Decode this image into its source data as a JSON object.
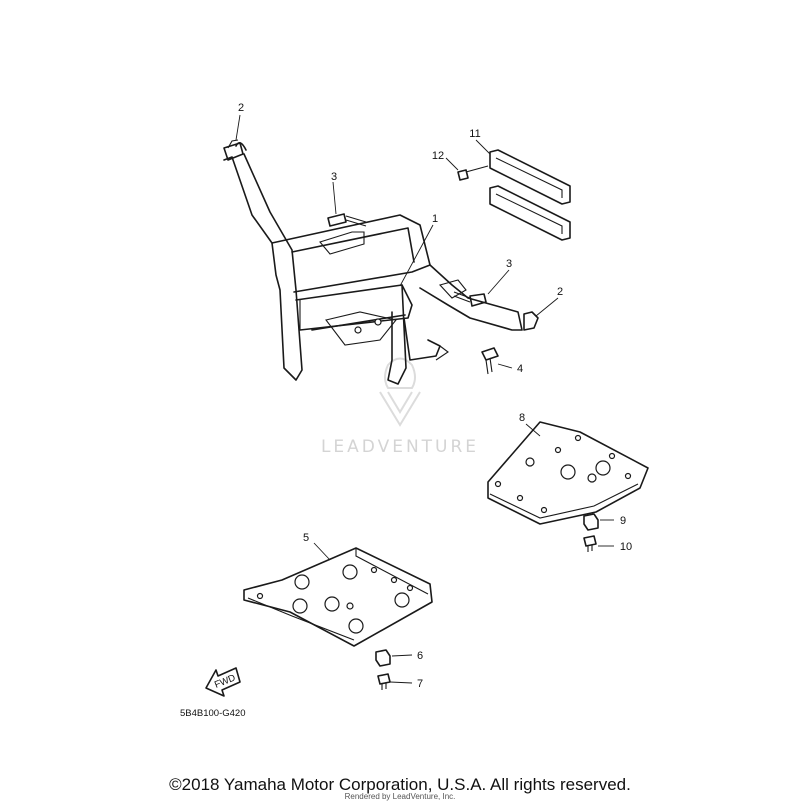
{
  "diagram": {
    "watermark": "LEADVENTURE",
    "fwd_label": "FWD",
    "drawing_code": "5B4B100-G420",
    "callouts": {
      "c1": "1",
      "c2a": "2",
      "c2b": "2",
      "c3a": "3",
      "c3b": "3",
      "c4": "4",
      "c5": "5",
      "c6": "6",
      "c7": "7",
      "c8": "8",
      "c9": "9",
      "c10": "10",
      "c11": "11",
      "c12": "12"
    }
  },
  "footer": {
    "copyright": "©2018 Yamaha Motor Corporation, U.S.A. All rights reserved.",
    "rendered_by": "Rendered by LeadVenture, Inc."
  }
}
